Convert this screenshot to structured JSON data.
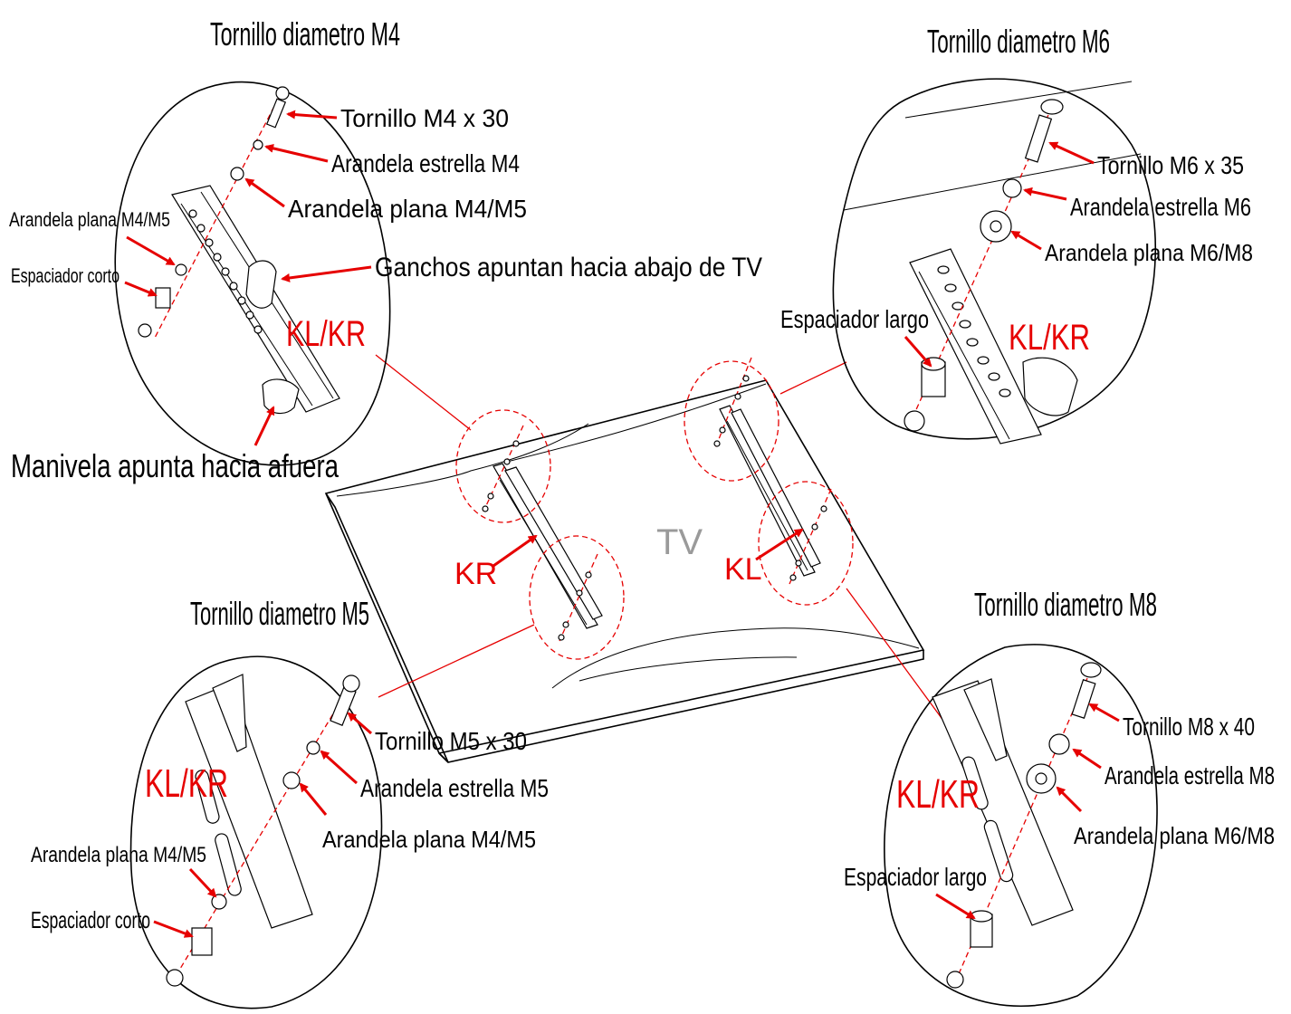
{
  "colors": {
    "callout": "#e60000",
    "line": "#000000",
    "tv_label": "#9a9a9a"
  },
  "center": {
    "tv": "TV",
    "kr": "KR",
    "kl": "KL"
  },
  "m4": {
    "title": "Tornillo diametro M4",
    "screw": "Tornillo M4 x 30",
    "star_washer": "Arandela estrella M4",
    "flat_washer": "Arandela plana M4/M5",
    "flat_washer_left": "Arandela plana M4/M5",
    "spacer": "Espaciador corto",
    "hooks": "Ganchos apuntan hacia abajo de TV",
    "brackets": "KL/KR",
    "crank": "Manivela apunta hacia afuera"
  },
  "m6": {
    "title": "Tornillo diametro M6",
    "screw": "Tornillo M6 x 35",
    "star_washer": "Arandela estrella M6",
    "flat_washer": "Arandela plana M6/M8",
    "spacer": "Espaciador largo",
    "brackets": "KL/KR"
  },
  "m5": {
    "title": "Tornillo diametro M5",
    "screw": "Tornillo M5 x 30",
    "star_washer": "Arandela estrella M5",
    "flat_washer": "Arandela plana M4/M5",
    "flat_washer_left": "Arandela plana M4/M5",
    "spacer": "Espaciador corto",
    "brackets": "KL/KR"
  },
  "m8": {
    "title": "Tornillo diametro M8",
    "screw": "Tornillo M8 x 40",
    "star_washer": "Arandela estrella M8",
    "flat_washer": "Arandela plana M6/M8",
    "spacer": "Espaciador largo",
    "brackets": "KL/KR"
  }
}
